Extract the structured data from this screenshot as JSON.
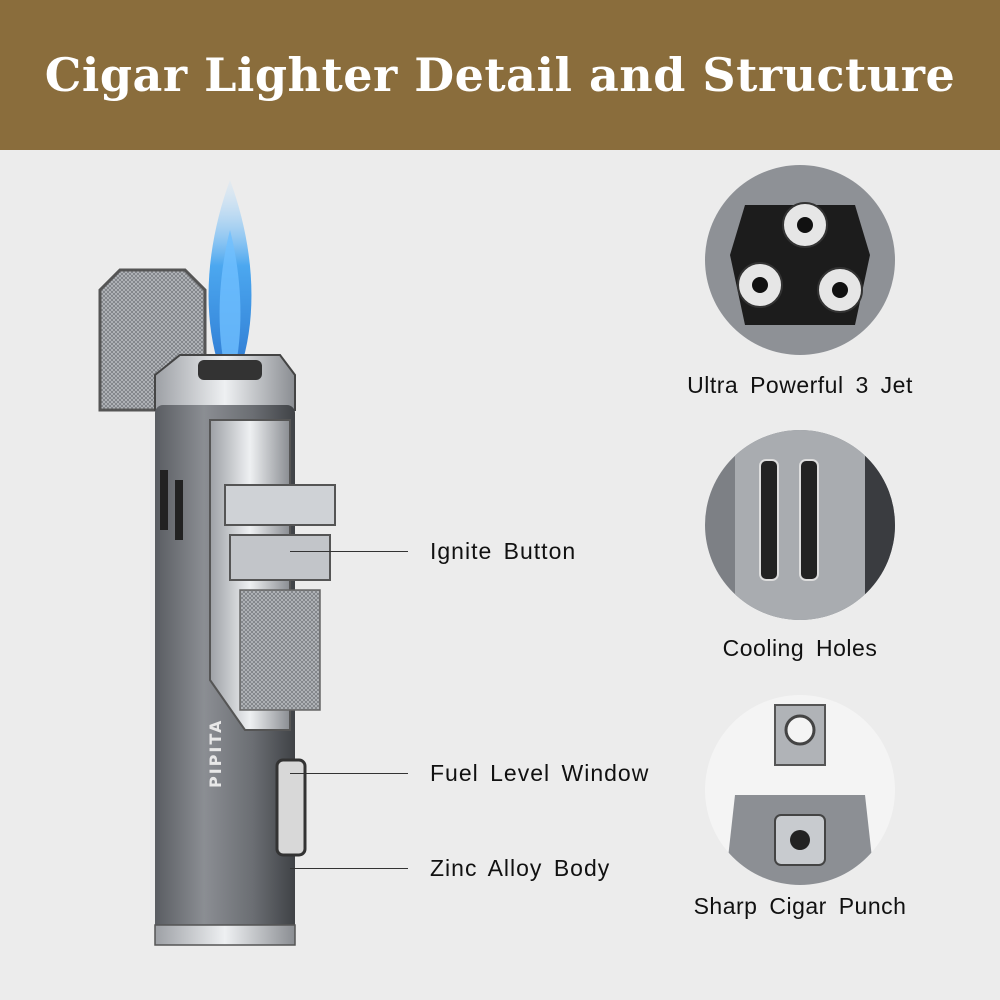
{
  "header": {
    "title": "Cigar Lighter Detail and Structure",
    "background": "#8a6d3c"
  },
  "product": {
    "brand": "PIPITA",
    "flame_color": "#3aa0f0"
  },
  "callouts": [
    {
      "label": "Ignite Button"
    },
    {
      "label": "Fuel Level Window"
    },
    {
      "label": "Zinc Alloy Body"
    }
  ],
  "details": [
    {
      "caption": "Ultra Powerful 3 Jet",
      "icon": "triple-jet-nozzle"
    },
    {
      "caption": "Cooling Holes",
      "icon": "cooling-vents"
    },
    {
      "caption": "Sharp Cigar Punch",
      "icon": "cigar-punch"
    }
  ]
}
